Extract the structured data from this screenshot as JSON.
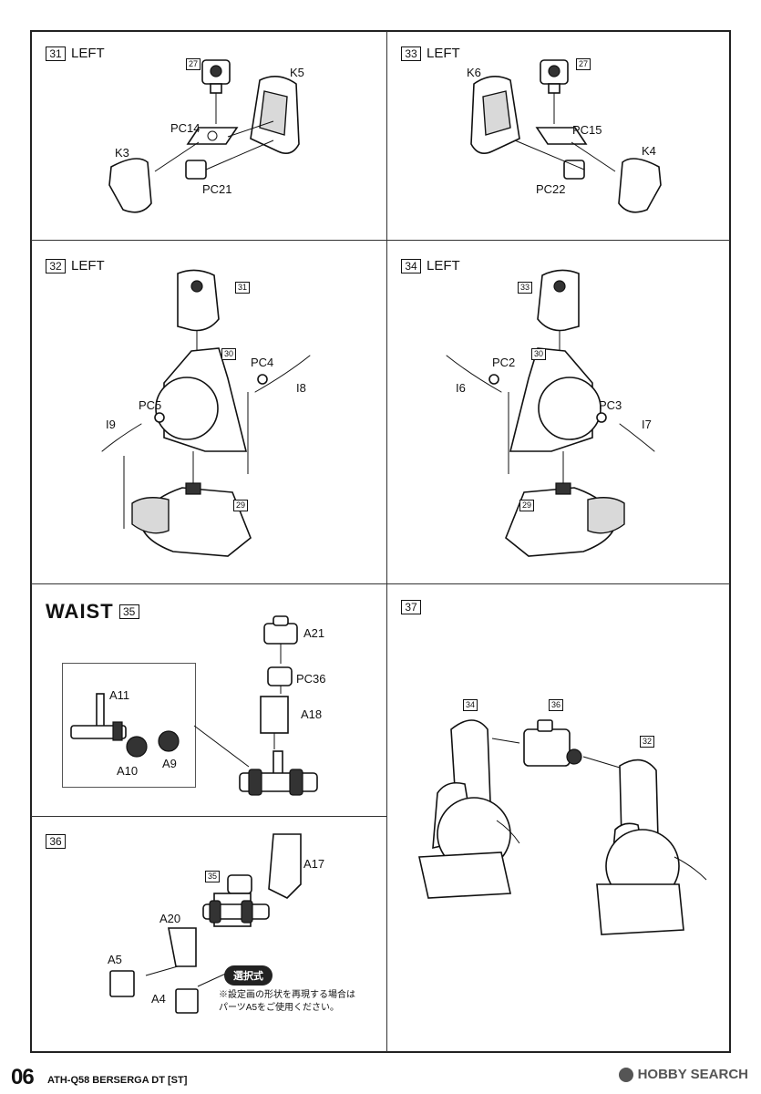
{
  "steps": {
    "s31": {
      "num": "31",
      "title": "LEFT",
      "labels": {
        "k5": "K5",
        "pc14": "PC14",
        "k3": "K3",
        "pc21": "PC21"
      },
      "refs": {
        "r27": "27"
      }
    },
    "s33": {
      "num": "33",
      "title": "LEFT",
      "labels": {
        "k6": "K6",
        "pc15": "PC15",
        "k4": "K4",
        "pc22": "PC22"
      },
      "refs": {
        "r27": "27"
      }
    },
    "s32": {
      "num": "32",
      "title": "LEFT",
      "labels": {
        "pc4": "PC4",
        "pc5": "PC5",
        "i8": "I8",
        "i9": "I9"
      },
      "refs": {
        "r31": "31",
        "r30": "30",
        "r29": "29"
      }
    },
    "s34": {
      "num": "34",
      "title": "LEFT",
      "labels": {
        "pc2": "PC2",
        "pc3": "PC3",
        "i6": "I6",
        "i7": "I7"
      },
      "refs": {
        "r33": "33",
        "r30": "30",
        "r29": "29"
      }
    },
    "waist": {
      "title": "WAIST",
      "num": "35",
      "labels": {
        "a21": "A21",
        "pc36": "PC36",
        "a18": "A18",
        "a11": "A11",
        "a9": "A9",
        "a10": "A10"
      }
    },
    "s37": {
      "num": "37",
      "refs": {
        "r34": "34",
        "r36": "36",
        "r32": "32"
      }
    },
    "s36": {
      "num": "36",
      "labels": {
        "a17": "A17",
        "a20": "A20",
        "a5": "A5",
        "a4": "A4"
      },
      "refs": {
        "r35": "35"
      },
      "badge": "選択式",
      "note_line1": "※設定画の形状を再現する場合は",
      "note_line2": "パーツA5をご使用ください。"
    }
  },
  "footer": {
    "page": "06",
    "title": "ATH-Q58 BERSERGA DT [ST]",
    "brand": "HOBBY SEARCH"
  }
}
